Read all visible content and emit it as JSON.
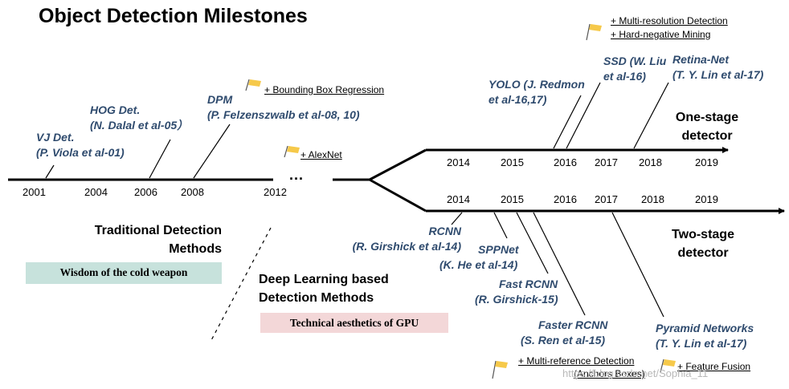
{
  "title": "Object Detection Milestones",
  "traditional_years": [
    "2001",
    "2004",
    "2006",
    "2008",
    "2012"
  ],
  "ellipsis": "...",
  "one_stage_years": [
    "2014",
    "2015",
    "2016",
    "2017",
    "2018",
    "2019"
  ],
  "two_stage_years": [
    "2014",
    "2015",
    "2016",
    "2017",
    "2018",
    "2019"
  ],
  "traditional_papers": [
    {
      "name": "VJ Det.",
      "ref": "(P. Viola et al-01)"
    },
    {
      "name": "HOG Det.",
      "ref": "(N. Dalal et al-05）"
    },
    {
      "name": "DPM",
      "ref": "(P. Felzenszwalb et al-08, 10)"
    }
  ],
  "one_stage_papers": [
    {
      "name": "YOLO (J. Redmon",
      "ref": "et al-16,17)"
    },
    {
      "name": "SSD (W. Liu",
      "ref": "et al-16)"
    },
    {
      "name": "Retina-Net",
      "ref": "(T. Y. Lin et al-17)"
    }
  ],
  "two_stage_papers": [
    {
      "name": "RCNN",
      "ref": "(R. Girshick et al-14)"
    },
    {
      "name": "SPPNet",
      "ref": "(K. He et al-14)"
    },
    {
      "name": "Fast RCNN",
      "ref": "(R. Girshick-15)"
    },
    {
      "name": "Faster RCNN",
      "ref": "(S. Ren et al-15)"
    },
    {
      "name": "Pyramid Networks",
      "ref": "(T. Y. Lin et al-17)"
    }
  ],
  "notes": {
    "bbox_regression": "+ Bounding Box Regression",
    "alexnet": "+ AlexNet",
    "multi_resolution": "+ Multi-resolution Detection",
    "hard_negative": "+ Hard-negative Mining",
    "multi_reference": "+ Multi-reference Detection",
    "anchors": "(Anchors Boxes)",
    "feature_fusion": "+ Feature Fusion"
  },
  "sections": {
    "one_stage": [
      "One-stage",
      "detector"
    ],
    "two_stage": [
      "Two-stage",
      "detector"
    ],
    "traditional": [
      "Traditional Detection",
      "Methods"
    ],
    "deep_learning": [
      "Deep Learning based",
      "Detection Methods"
    ]
  },
  "bands": {
    "traditional": "Wisdom of the cold weapon",
    "deep_learning": "Technical aesthetics of GPU"
  },
  "watermark": "https://blog.csdn.net/Sophia_11",
  "colors": {
    "paper_text": "#2f4b6e",
    "flag": "#f6c94a",
    "band_traditional": "#c7e2dc",
    "band_deep_learning": "#f3d7d8"
  }
}
